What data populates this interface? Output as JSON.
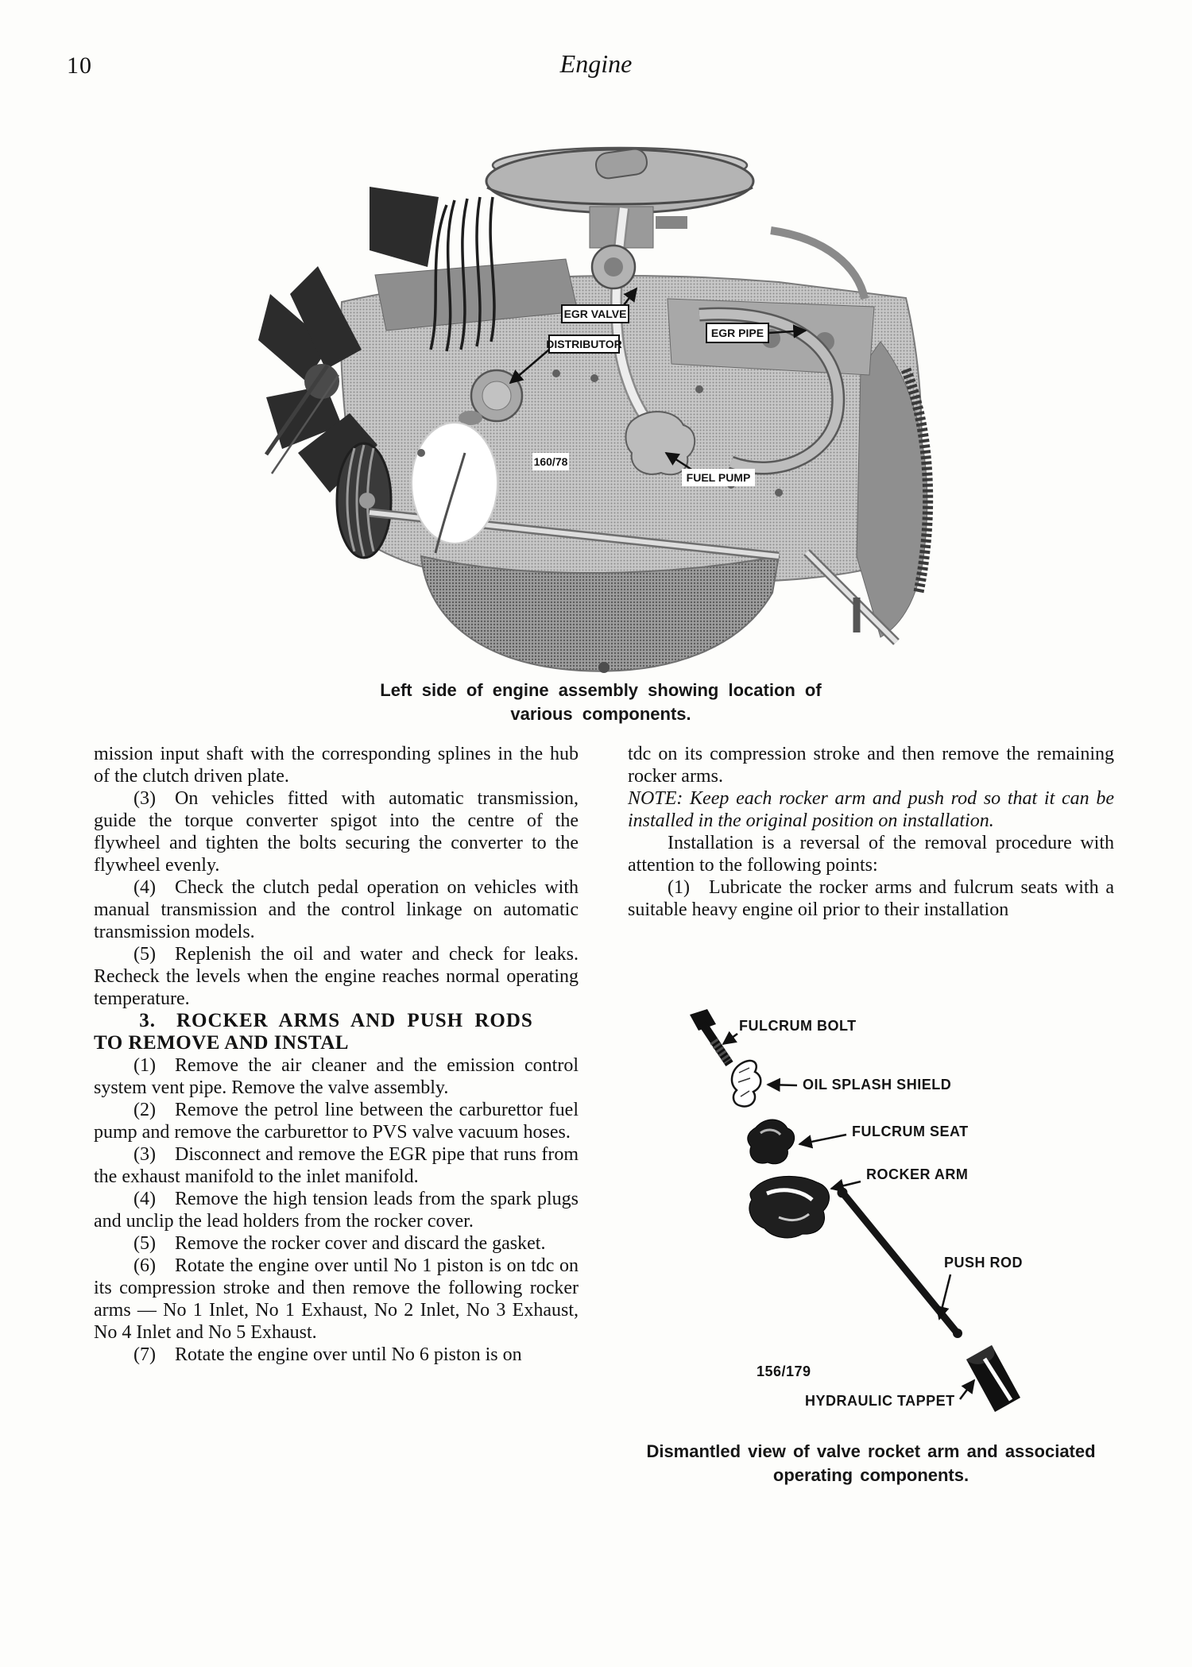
{
  "page": {
    "number": "10",
    "header_title": "Engine"
  },
  "figure_engine": {
    "labels": {
      "egr_valve": "EGR VALVE",
      "distributor": "DISTRIBUTOR",
      "egr_pipe": "EGR PIPE",
      "photo_ref": "160/78",
      "fuel_pump": "FUEL PUMP"
    },
    "caption": "Left side of engine assembly showing location of various components."
  },
  "left_column": {
    "para_intro": "mission input shaft with the corresponding splines in the hub of the clutch driven plate.",
    "para_3": "(3) On vehicles fitted with automatic transmission, guide the torque converter spigot into the centre of the flywheel and tighten the bolts securing the converter to the flywheel evenly.",
    "para_4": "(4) Check the clutch pedal operation on vehicles with manual transmission and the control linkage on automatic transmission models.",
    "para_5": "(5) Replenish the oil and water and check for leaks. Recheck the levels when the engine reaches normal operating temperature.",
    "section_heading": "3. ROCKER ARMS AND PUSH RODS",
    "subheading": "TO REMOVE AND INSTAL",
    "para_r1": "(1) Remove the air cleaner and the emission control system vent pipe. Remove the valve assembly.",
    "para_r2": "(2) Remove the petrol line between the carburettor fuel pump and remove the carburettor to PVS valve vacuum hoses.",
    "para_r3": "(3) Disconnect and remove the EGR pipe that runs from the exhaust manifold to the inlet manifold.",
    "para_r4": "(4) Remove the high tension leads from the spark plugs and unclip the lead holders from the rocker cover.",
    "para_r5": "(5) Remove the rocker cover and discard the gasket.",
    "para_r6": "(6) Rotate the engine over until No 1 piston is on tdc on its compression stroke and then remove the following rocker arms — No 1 Inlet, No 1 Exhaust, No 2 Inlet, No 3 Exhaust, No 4 Inlet and No 5 Exhaust.",
    "para_r7": "(7) Rotate the engine over until No 6 piston is on"
  },
  "right_column": {
    "para_cont": "tdc on its compression stroke and then remove the remaining rocker arms.",
    "note": "NOTE: Keep each rocker arm and push rod so that it can be installed in the original position on installation.",
    "para_install": "Installation is a reversal of the removal procedure with attention to the following points:",
    "para_1": "(1) Lubricate the rocker arms and fulcrum seats with a suitable heavy engine oil prior to their installation"
  },
  "figure_rocker": {
    "labels": {
      "fulcrum_bolt": "FULCRUM BOLT",
      "oil_splash_shield": "OIL SPLASH SHIELD",
      "fulcrum_seat": "FULCRUM SEAT",
      "rocker_arm": "ROCKER ARM",
      "push_rod": "PUSH ROD",
      "hydraulic_tappet": "HYDRAULIC TAPPET",
      "photo_ref": "156/179"
    },
    "caption": "Dismantled view of valve rocket arm and associated operating components."
  }
}
